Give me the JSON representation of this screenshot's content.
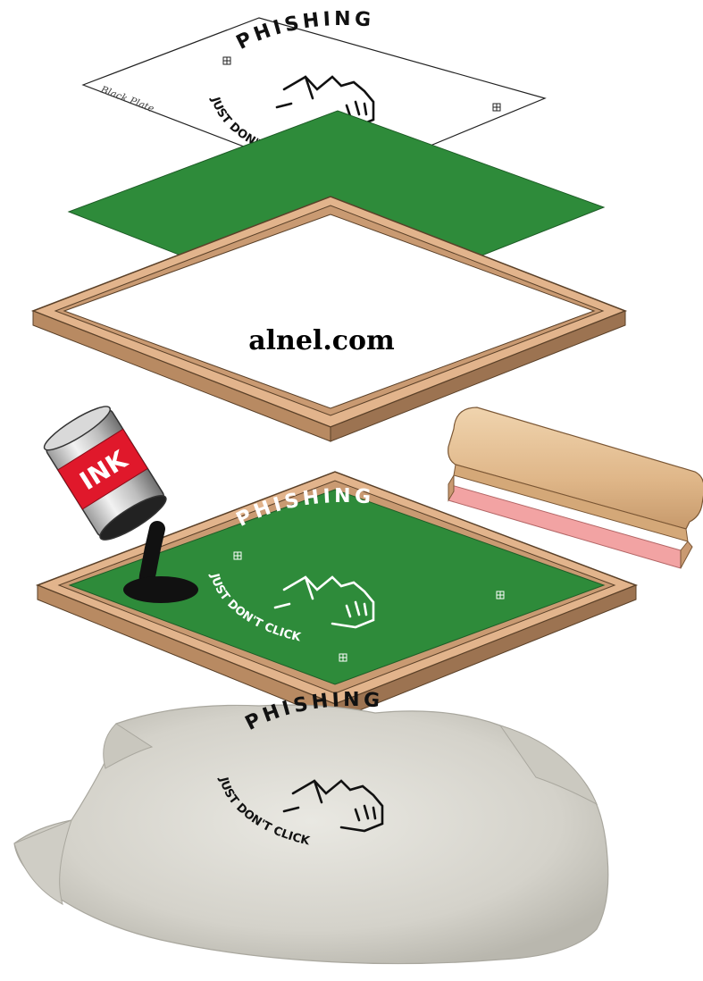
{
  "plate": {
    "label": "Black Plate"
  },
  "logo": {
    "top_text": "PHISHING",
    "bottom_text": "JUST DON'T CLICK"
  },
  "watermark": {
    "text": "alnel.com"
  },
  "ink_can": {
    "label": "INK"
  },
  "colors": {
    "screen_green": "#2e8b3a",
    "frame_wood": "#e2b48c",
    "frame_wood_dark": "#9c7351",
    "squeegee_wood": "#e8c79e",
    "squeegee_blade": "#f2a3a3",
    "ink_black": "#111111",
    "can_label_red": "#e0182b",
    "shirt_grey": "#d6d4cc"
  }
}
